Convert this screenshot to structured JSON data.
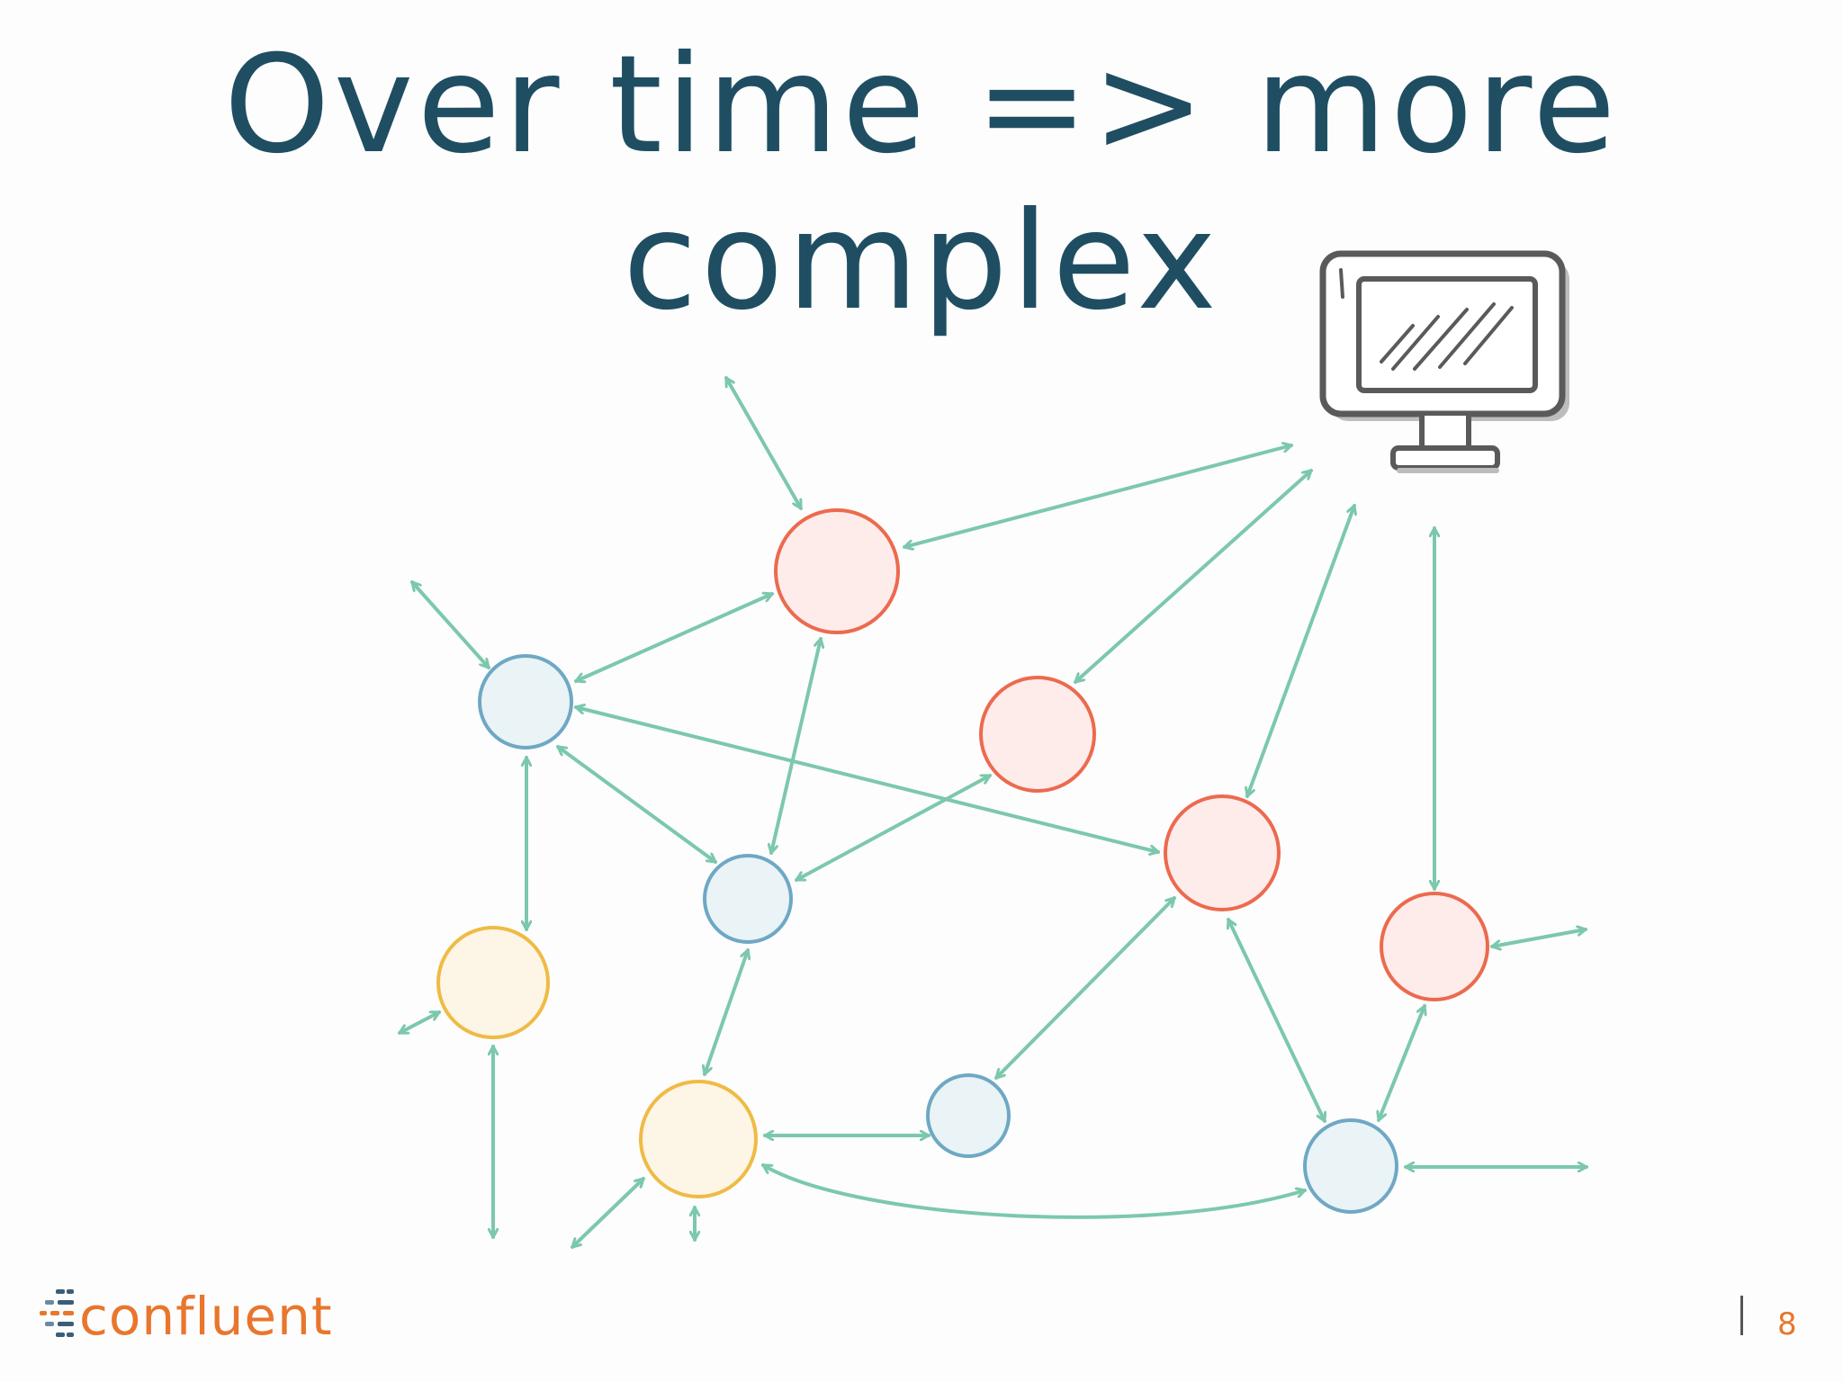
{
  "slide": {
    "title": "Over time => more complex",
    "page_number": "8"
  },
  "logo": {
    "text": "confluent"
  },
  "colors": {
    "title": "#1f4e63",
    "arrow": "#7cc8ac",
    "node_red_stroke": "#ec6a4e",
    "node_red_fill": "#fdecea",
    "node_blue_stroke": "#6ea8c4",
    "node_blue_fill": "#eaf3f6",
    "node_yellow_stroke": "#efbb45",
    "node_yellow_fill": "#fdf5e6",
    "monitor": "#5a5a5a",
    "logo_accent": "#e8762d"
  },
  "diagram": {
    "nodes": [
      {
        "id": "red-top",
        "kind": "red"
      },
      {
        "id": "blue-left",
        "kind": "blue"
      },
      {
        "id": "red-middle",
        "kind": "red"
      },
      {
        "id": "blue-center",
        "kind": "blue"
      },
      {
        "id": "red-right",
        "kind": "red"
      },
      {
        "id": "yellow-left",
        "kind": "yellow"
      },
      {
        "id": "red-far-right",
        "kind": "red"
      },
      {
        "id": "yellow-bottom",
        "kind": "yellow"
      },
      {
        "id": "blue-bottom",
        "kind": "blue"
      },
      {
        "id": "blue-bottom-right",
        "kind": "blue"
      }
    ],
    "icons": [
      {
        "id": "monitor",
        "name": "monitor-icon"
      }
    ]
  }
}
